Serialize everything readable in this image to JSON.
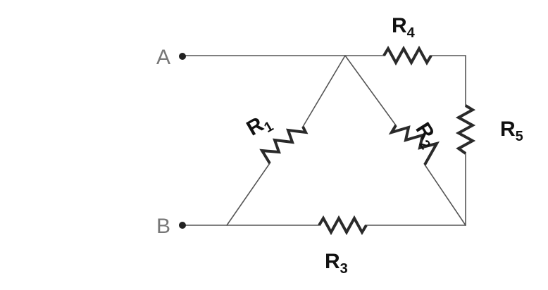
{
  "terminals": {
    "a_label": "A",
    "b_label": "B"
  },
  "resistors": {
    "r1": {
      "letter": "R",
      "sub": "1"
    },
    "r2": {
      "letter": "R",
      "sub": "2"
    },
    "r3": {
      "letter": "R",
      "sub": "3"
    },
    "r4": {
      "letter": "R",
      "sub": "4"
    },
    "r5": {
      "letter": "R",
      "sub": "5"
    }
  }
}
